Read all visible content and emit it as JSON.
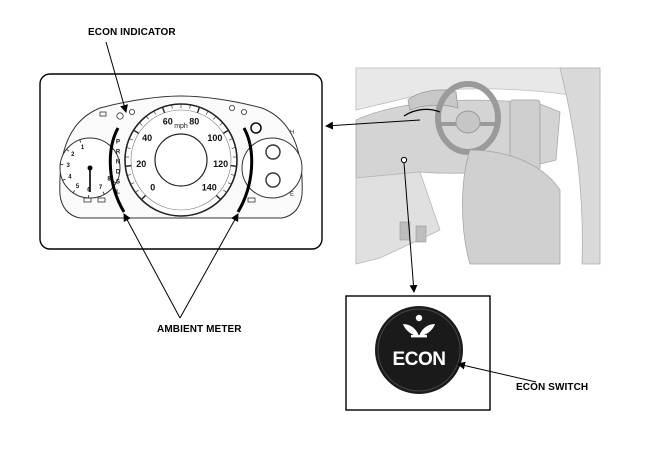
{
  "callouts": {
    "econ_indicator": "ECON INDICATOR",
    "ambient_meter": "AMBIENT METER",
    "econ_switch": "ECON SWITCH"
  },
  "econ_button": {
    "label": "ECON"
  },
  "speedometer": {
    "unit": "mph",
    "ticks": [
      "0",
      "20",
      "40",
      "60",
      "80",
      "100",
      "120",
      "140"
    ]
  },
  "tachometer": {
    "ticks": [
      "1",
      "2",
      "3",
      "4",
      "5",
      "6",
      "7",
      "8"
    ]
  },
  "gear_indicator": [
    "P",
    "R",
    "N",
    "D",
    "S",
    "L"
  ],
  "colors": {
    "line": "#000000",
    "cluster_stroke": "#222222",
    "interior_gray": "#d3d3d3",
    "button_fill": "#1a1a1a",
    "button_text": "#ffffff"
  }
}
